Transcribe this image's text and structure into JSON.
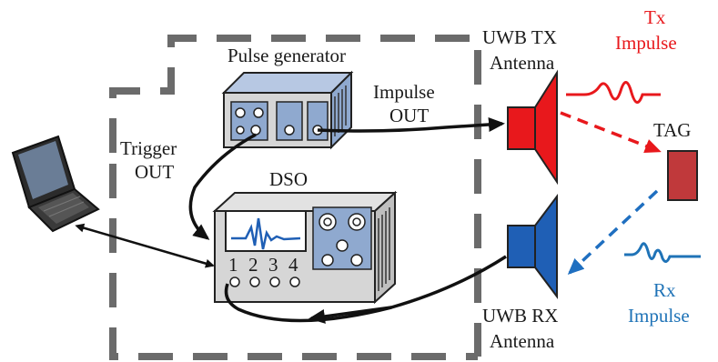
{
  "labels": {
    "pulse_generator": "Pulse generator",
    "impulse_out_1": "Impulse",
    "impulse_out_2": "OUT",
    "trigger_out_1": "Trigger",
    "trigger_out_2": "OUT",
    "dso": "DSO",
    "uwb_tx_1": "UWB TX",
    "uwb_tx_2": "Antenna",
    "uwb_rx_1": "UWB RX",
    "uwb_rx_2": "Antenna",
    "tx_impulse_1": "Tx",
    "tx_impulse_2": "Impulse",
    "rx_impulse_1": "Rx",
    "rx_impulse_2": "Impulse",
    "tag": "TAG"
  },
  "dso_channels": [
    "1",
    "2",
    "3",
    "4"
  ],
  "colors": {
    "tx": "#e8181c",
    "rx": "#1f5fb5",
    "rx_wave": "#1f73b7",
    "tag": "#c0393b",
    "enclosure_dash": "#6b6b6b",
    "instrument_panel": "#8fa9cf",
    "instrument_body": "#d6d6d6"
  }
}
